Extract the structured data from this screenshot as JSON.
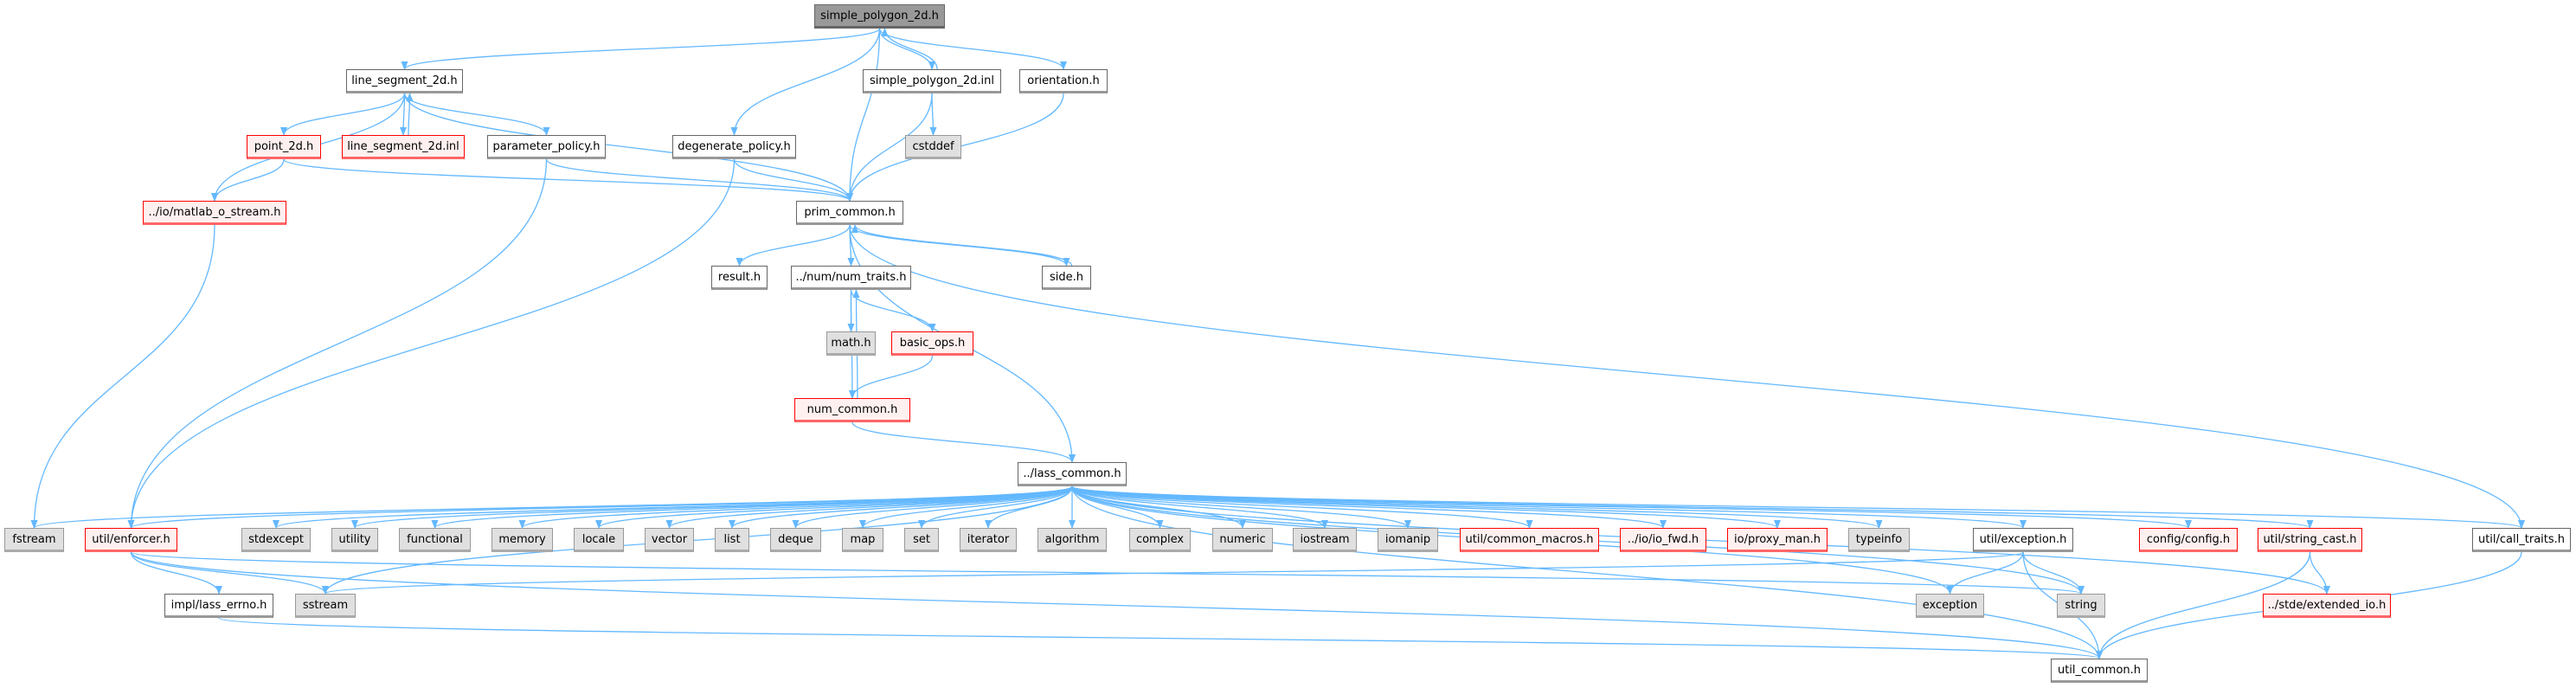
{
  "graph": {
    "title": "simple_polygon_2d.h",
    "edge_color": "#63b8ff",
    "nodes": {
      "spoly": {
        "label": "simple_polygon_2d.h",
        "kind": "root"
      },
      "lseg": {
        "label": "line_segment_2d.h",
        "kind": "normal"
      },
      "spolyinl": {
        "label": "simple_polygon_2d.inl",
        "kind": "normal"
      },
      "orient": {
        "label": "orientation.h",
        "kind": "normal"
      },
      "point": {
        "label": "point_2d.h",
        "kind": "missing"
      },
      "lseginl": {
        "label": "line_segment_2d.inl",
        "kind": "missing"
      },
      "param": {
        "label": "parameter_policy.h",
        "kind": "normal"
      },
      "degen": {
        "label": "degenerate_policy.h",
        "kind": "normal"
      },
      "cstddef": {
        "label": "cstddef",
        "kind": "sys"
      },
      "matlab": {
        "label": "../io/matlab_o_stream.h",
        "kind": "missing"
      },
      "prim": {
        "label": "prim_common.h",
        "kind": "normal"
      },
      "result": {
        "label": "result.h",
        "kind": "normal"
      },
      "numtraits": {
        "label": "../num/num_traits.h",
        "kind": "normal"
      },
      "side": {
        "label": "side.h",
        "kind": "normal"
      },
      "math": {
        "label": "math.h",
        "kind": "sys"
      },
      "basicops": {
        "label": "basic_ops.h",
        "kind": "missing"
      },
      "numcommon": {
        "label": "num_common.h",
        "kind": "missing"
      },
      "lass": {
        "label": "../lass_common.h",
        "kind": "normal"
      },
      "fstream": {
        "label": "fstream",
        "kind": "sys"
      },
      "enforcer": {
        "label": "util/enforcer.h",
        "kind": "missing"
      },
      "stdexcept": {
        "label": "stdexcept",
        "kind": "sys"
      },
      "utility": {
        "label": "utility",
        "kind": "sys"
      },
      "functional": {
        "label": "functional",
        "kind": "sys"
      },
      "memory": {
        "label": "memory",
        "kind": "sys"
      },
      "locale": {
        "label": "locale",
        "kind": "sys"
      },
      "vector": {
        "label": "vector",
        "kind": "sys"
      },
      "list": {
        "label": "list",
        "kind": "sys"
      },
      "deque": {
        "label": "deque",
        "kind": "sys"
      },
      "map": {
        "label": "map",
        "kind": "sys"
      },
      "set": {
        "label": "set",
        "kind": "sys"
      },
      "iterator": {
        "label": "iterator",
        "kind": "sys"
      },
      "algorithm": {
        "label": "algorithm",
        "kind": "sys"
      },
      "complex": {
        "label": "complex",
        "kind": "sys"
      },
      "numeric": {
        "label": "numeric",
        "kind": "sys"
      },
      "iostream": {
        "label": "iostream",
        "kind": "sys"
      },
      "iomanip": {
        "label": "iomanip",
        "kind": "sys"
      },
      "macros": {
        "label": "util/common_macros.h",
        "kind": "missing"
      },
      "iofwd": {
        "label": "../io/io_fwd.h",
        "kind": "missing"
      },
      "proxy": {
        "label": "io/proxy_man.h",
        "kind": "missing"
      },
      "typeinfo": {
        "label": "typeinfo",
        "kind": "sys"
      },
      "uexc": {
        "label": "util/exception.h",
        "kind": "normal"
      },
      "config": {
        "label": "config/config.h",
        "kind": "missing"
      },
      "strcast": {
        "label": "util/string_cast.h",
        "kind": "missing"
      },
      "calltraits": {
        "label": "util/call_traits.h",
        "kind": "normal"
      },
      "errno": {
        "label": "impl/lass_errno.h",
        "kind": "normal"
      },
      "sstream": {
        "label": "sstream",
        "kind": "sys"
      },
      "exception": {
        "label": "exception",
        "kind": "sys"
      },
      "string": {
        "label": "string",
        "kind": "sys"
      },
      "extio": {
        "label": "../stde/extended_io.h",
        "kind": "missing"
      },
      "ucommon": {
        "label": "util_common.h",
        "kind": "normal"
      }
    },
    "edges": [
      [
        "spoly",
        "lseg"
      ],
      [
        "spoly",
        "degen"
      ],
      [
        "spoly",
        "prim"
      ],
      [
        "spoly",
        "spolyinl"
      ],
      [
        "spoly",
        "orient"
      ],
      [
        "spolyinl",
        "spoly"
      ],
      [
        "spolyinl",
        "prim"
      ],
      [
        "spolyinl",
        "cstddef"
      ],
      [
        "orient",
        "prim"
      ],
      [
        "lseg",
        "matlab"
      ],
      [
        "lseg",
        "point"
      ],
      [
        "lseg",
        "lseginl"
      ],
      [
        "lseg",
        "param"
      ],
      [
        "lseg",
        "prim"
      ],
      [
        "lseginl",
        "lseg"
      ],
      [
        "point",
        "matlab"
      ],
      [
        "point",
        "prim"
      ],
      [
        "param",
        "prim"
      ],
      [
        "param",
        "enforcer"
      ],
      [
        "degen",
        "prim"
      ],
      [
        "degen",
        "enforcer"
      ],
      [
        "matlab",
        "fstream"
      ],
      [
        "prim",
        "result"
      ],
      [
        "prim",
        "numtraits"
      ],
      [
        "prim",
        "side"
      ],
      [
        "prim",
        "lass"
      ],
      [
        "prim",
        "calltraits"
      ],
      [
        "side",
        "prim"
      ],
      [
        "numtraits",
        "math"
      ],
      [
        "numtraits",
        "basicops"
      ],
      [
        "numtraits",
        "numcommon"
      ],
      [
        "numcommon",
        "numtraits"
      ],
      [
        "numcommon",
        "lass"
      ],
      [
        "basicops",
        "numcommon"
      ],
      [
        "lass",
        "fstream"
      ],
      [
        "lass",
        "enforcer"
      ],
      [
        "lass",
        "stdexcept"
      ],
      [
        "lass",
        "utility"
      ],
      [
        "lass",
        "functional"
      ],
      [
        "lass",
        "memory"
      ],
      [
        "lass",
        "locale"
      ],
      [
        "lass",
        "vector"
      ],
      [
        "lass",
        "list"
      ],
      [
        "lass",
        "deque"
      ],
      [
        "lass",
        "map"
      ],
      [
        "lass",
        "set"
      ],
      [
        "lass",
        "iterator"
      ],
      [
        "lass",
        "algorithm"
      ],
      [
        "lass",
        "complex"
      ],
      [
        "lass",
        "numeric"
      ],
      [
        "lass",
        "iostream"
      ],
      [
        "lass",
        "iomanip"
      ],
      [
        "lass",
        "macros"
      ],
      [
        "lass",
        "iofwd"
      ],
      [
        "lass",
        "proxy"
      ],
      [
        "lass",
        "typeinfo"
      ],
      [
        "lass",
        "uexc"
      ],
      [
        "lass",
        "config"
      ],
      [
        "lass",
        "strcast"
      ],
      [
        "lass",
        "calltraits"
      ],
      [
        "lass",
        "exception"
      ],
      [
        "lass",
        "string"
      ],
      [
        "lass",
        "extio"
      ],
      [
        "lass",
        "ucommon"
      ],
      [
        "lass",
        "sstream"
      ],
      [
        "enforcer",
        "errno"
      ],
      [
        "enforcer",
        "sstream"
      ],
      [
        "enforcer",
        "ucommon"
      ],
      [
        "enforcer",
        "string"
      ],
      [
        "errno",
        "ucommon"
      ],
      [
        "uexc",
        "sstream"
      ],
      [
        "uexc",
        "exception"
      ],
      [
        "uexc",
        "string"
      ],
      [
        "uexc",
        "ucommon"
      ],
      [
        "strcast",
        "ucommon"
      ],
      [
        "strcast",
        "extio"
      ],
      [
        "calltraits",
        "ucommon"
      ]
    ]
  }
}
